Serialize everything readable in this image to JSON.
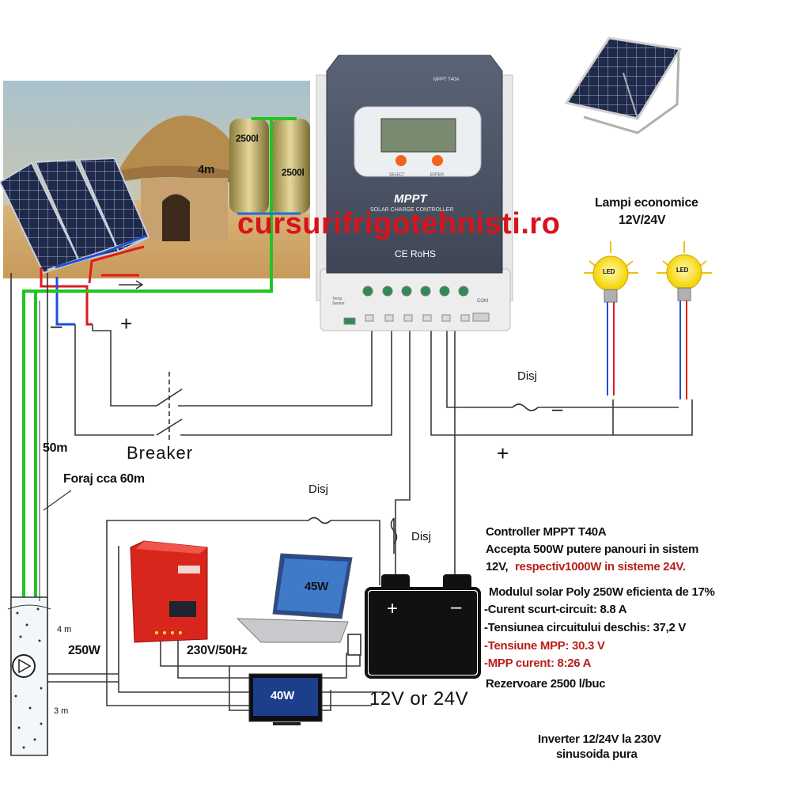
{
  "watermark": "cursurifrigotehnisti.ro",
  "controller": {
    "header": "MPPT",
    "subheader": "SOLAR CHARGE CONTROLLER",
    "model_small": "MPPT T40A",
    "select_label": "SELECT",
    "enter_label": "ENTER",
    "cert": "CE RoHS",
    "temp_sensor": "Temp Sensor",
    "com": "COM"
  },
  "tanks": {
    "height": "4m",
    "tank1": "2500l",
    "tank2": "2500l"
  },
  "lamps": {
    "title_line1": "Lampi economice",
    "title_line2": "12V/24V",
    "lamp_label": "LED"
  },
  "breaker": "Breaker",
  "disj": [
    "Disj",
    "Disj",
    "Disj"
  ],
  "polarity": {
    "minus": "–",
    "plus": "+"
  },
  "well": {
    "depth": "50m",
    "foraj": "Foraj cca 60m",
    "pump_gap": "4 m",
    "pump_power": "250W",
    "bottom": "3 m"
  },
  "inverter": {
    "ac": "230V/50Hz"
  },
  "loads": {
    "laptop": "45W",
    "tv": "40W"
  },
  "battery": {
    "label": "12V or 24V",
    "plus": "+",
    "minus": "–"
  },
  "specs": {
    "line1": "Controller MPPT T40A",
    "line2": "Accepta 500W putere panouri in sistem",
    "line3a": "12V,",
    "line3b": "respectiv1000W in sisteme 24V.",
    "line4": "Modulul solar Poly 250W  eficienta de  17%",
    "line5": "-Curent scurt-circuit: 8.8 A",
    "line6": "-Tensiunea circuitului deschis: 37,2 V",
    "line7": "-Tensiune MPP: 30.3 V",
    "line8": "-MPP curent: 8:26 A",
    "line9": "Rezervoare 2500 l/buc"
  },
  "inverter_note": {
    "line1": "Inverter 12/24V la 230V",
    "line2": "sinusoida pura"
  },
  "colors": {
    "ground_pipe": "#22c422",
    "red_wire": "#e01b1b",
    "blue_wire": "#1d4fd8",
    "controller_body": "#4a5568",
    "inverter_red": "#d9261c"
  }
}
